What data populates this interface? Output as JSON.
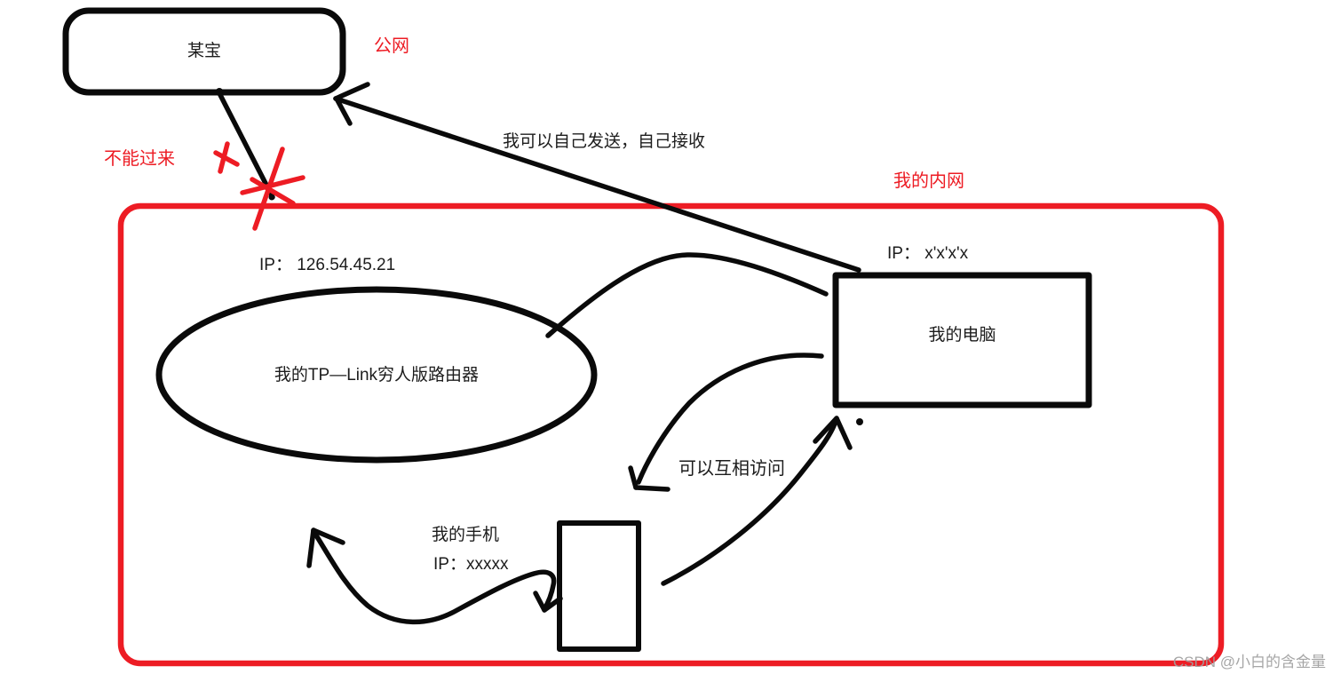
{
  "title": "home-network-hand-drawn-diagram",
  "colors": {
    "stroke_black": "#0a0a0a",
    "accent_red": "#ed1c24",
    "watermark_gray": "#9e9e9e",
    "background": "#ffffff"
  },
  "nodes": {
    "taobao": {
      "label": "某宝",
      "shape": "rounded-rectangle"
    },
    "intranet": {
      "label": "我的内网",
      "shape": "large-red-rounded-rectangle"
    },
    "router": {
      "label": "我的TP—Link穷人版路由器",
      "ip": "IP： 126.54.45.21",
      "shape": "ellipse"
    },
    "computer": {
      "label": "我的电脑",
      "ip": "IP：    x'x'x'x",
      "shape": "rectangle"
    },
    "phone": {
      "label": "我的手机",
      "ip": "IP：xxxxx",
      "shape": "small-rectangle"
    }
  },
  "annotations": {
    "public_net": "公网",
    "cannot_pass": "不能过来",
    "self_send": "我可以自己发送，自己接收",
    "mutual_access": "可以互相访问"
  },
  "edges": [
    {
      "from": "taobao",
      "to": "intranet-border",
      "style": "blocked-with-red-x"
    },
    {
      "from": "computer",
      "to": "taobao",
      "style": "arrow",
      "label": "我可以自己发送，自己接收"
    },
    {
      "from": "router",
      "to": "computer",
      "style": "curve"
    },
    {
      "from": "computer",
      "to": "phone-area",
      "style": "arrow",
      "label": "可以互相访问"
    },
    {
      "from": "phone",
      "to": "computer",
      "style": "arrow"
    },
    {
      "from": "phone",
      "to": "router-area",
      "style": "double-arrow-squiggle"
    }
  ],
  "watermark": "CSDN @小白的含金量"
}
